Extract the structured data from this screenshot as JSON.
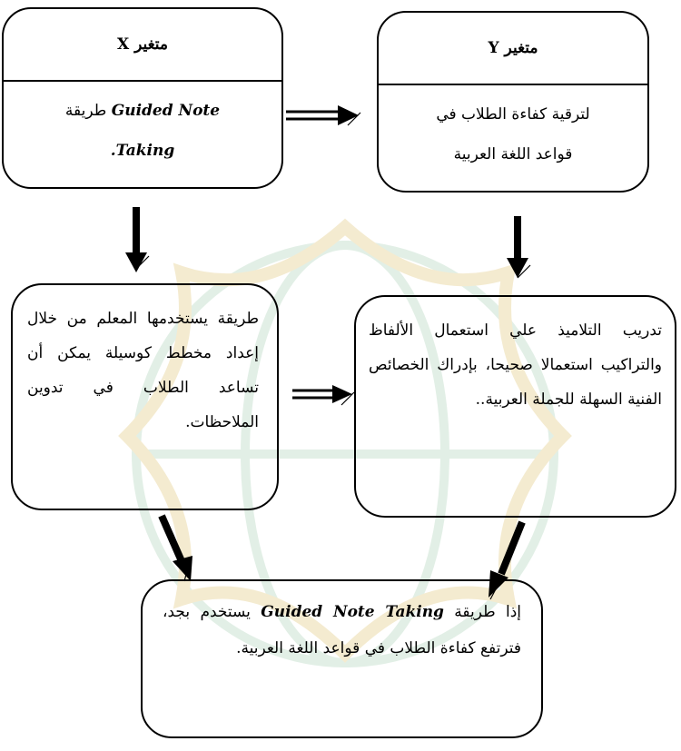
{
  "box_x": {
    "header": "متغير X",
    "ar_prefix": "طريقة",
    "en_term": "Guided Note",
    "en_term_line2": ".Taking"
  },
  "box_y": {
    "header": "متغير Y",
    "line1": "لترقية كفاءة الطلاب في",
    "line2": "قواعد اللغة العربية"
  },
  "box_method": {
    "text": "طريقة يستخدمها المعلم من خلال إعداد مخطط كوسيلة يمكن أن تساعد الطلاب في تدوين الملاحظات."
  },
  "box_training": {
    "text": "تدريب التلاميذ علي استعمال الألفاظ والتراكيب استعمالا صحيحا، بإدراك الخصائص الفنية السهلة للجملة العربية.."
  },
  "box_conclusion": {
    "prefix": "إذا طريقة",
    "term": "Guided Note Taking",
    "suffix": "يستخدم بجد، فترتفع كفاءة الطلاب في قواعد اللغة العربية."
  },
  "colors": {
    "stroke": "#000000",
    "watermark_green": "#d6e9dc",
    "watermark_gold": "#f0e3bd"
  }
}
